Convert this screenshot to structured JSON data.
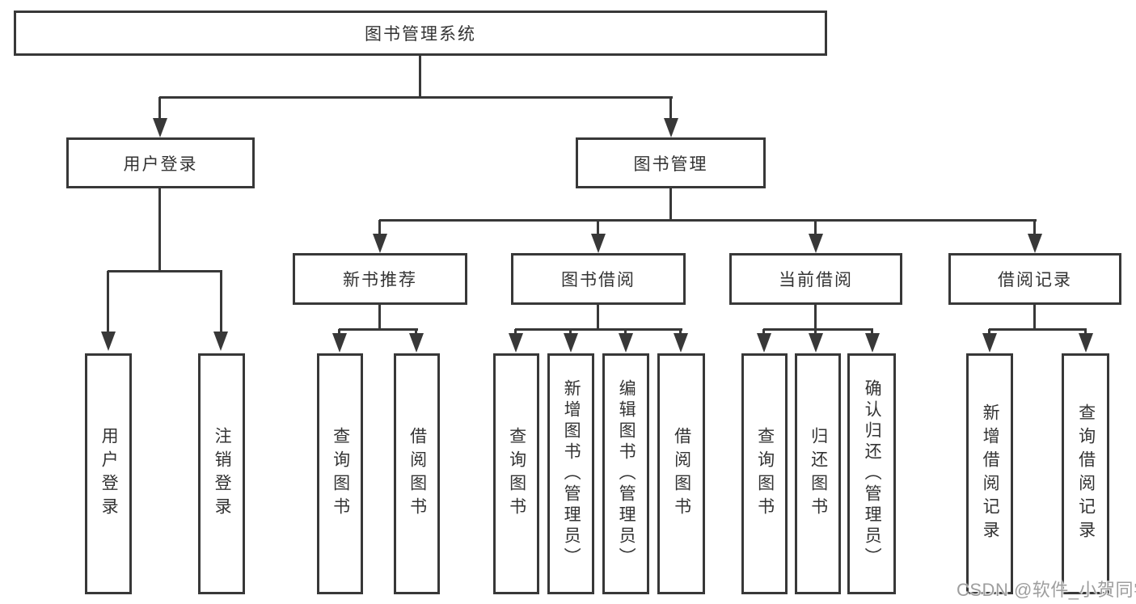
{
  "title": {
    "label": "图书管理系统"
  },
  "level2": [
    {
      "label": "用户登录"
    },
    {
      "label": "图书管理"
    }
  ],
  "level3": [
    {
      "label": "新书推荐"
    },
    {
      "label": "图书借阅"
    },
    {
      "label": "当前借阅"
    },
    {
      "label": "借阅记录"
    }
  ],
  "leaves": {
    "login": [
      "用户登录",
      "注销登录"
    ],
    "new_book": [
      "查询图书",
      "借阅图书"
    ],
    "book_borrow": [
      "查询图书",
      "新增图书（管理员）",
      "编辑图书（管理员）",
      "借阅图书"
    ],
    "current_borrow": [
      "查询图书",
      "归还图书",
      "确认归还（管理员）"
    ],
    "borrow_record": [
      "新增借阅记录",
      "查询借阅记录"
    ]
  },
  "watermark": {
    "text": "CSDN @软件_小贺同学"
  },
  "colors": {
    "line": "#383838",
    "text": "#333333",
    "watermark": "#9e9e9e",
    "background": "#ffffff"
  }
}
